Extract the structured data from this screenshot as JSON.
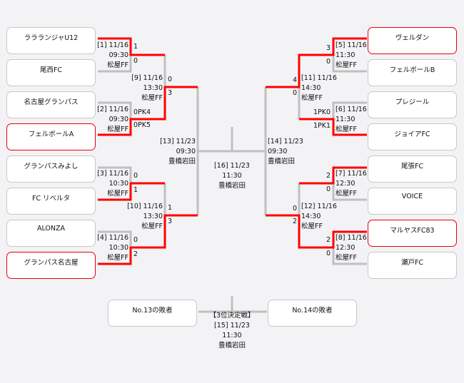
{
  "teams_left": [
    {
      "name": "ララランジャU12",
      "winner": false
    },
    {
      "name": "尾西FC",
      "winner": false
    },
    {
      "name": "名古屋グランパス",
      "winner": false
    },
    {
      "name": "フェルボールA",
      "winner": true
    },
    {
      "name": "グランパスみよし",
      "winner": false
    },
    {
      "name": "FC リベルタ",
      "winner": false
    },
    {
      "name": "ALONZA",
      "winner": false
    },
    {
      "name": "グランパス名古屋",
      "winner": true
    }
  ],
  "teams_right": [
    {
      "name": "ヴェルダン",
      "winner": true
    },
    {
      "name": "フェルボールB",
      "winner": false
    },
    {
      "name": "プレジール",
      "winner": false
    },
    {
      "name": "ジョイアFC",
      "winner": false
    },
    {
      "name": "尾張FC",
      "winner": false
    },
    {
      "name": "VOICE",
      "winner": false
    },
    {
      "name": "マルヤスFC83",
      "winner": true
    },
    {
      "name": "瀬戸FC",
      "winner": false
    }
  ],
  "third_place_teams": [
    "No.13の敗者",
    "No.14の敗者"
  ],
  "matches": {
    "m1": {
      "id": "[1] 11/16",
      "time": "09:30",
      "venue": "松屋FF",
      "s1": "1",
      "s2": "0"
    },
    "m2": {
      "id": "[2] 11/16",
      "time": "09:30",
      "venue": "松屋FF",
      "s1": "0PK4",
      "s2": "0PK5"
    },
    "m3": {
      "id": "[3] 11/16",
      "time": "10:30",
      "venue": "松屋FF",
      "s1": "0",
      "s2": "1"
    },
    "m4": {
      "id": "[4] 11/16",
      "time": "10:30",
      "venue": "松屋FF",
      "s1": "0",
      "s2": "2"
    },
    "m5": {
      "id": "[5] 11/16",
      "time": "11:30",
      "venue": "松屋FF",
      "s1": "3",
      "s2": "0"
    },
    "m6": {
      "id": "[6] 11/16",
      "time": "11:30",
      "venue": "松屋FF",
      "s1": "1PK0",
      "s2": "1PK1"
    },
    "m7": {
      "id": "[7] 11/16",
      "time": "12:30",
      "venue": "松屋FF",
      "s1": "2",
      "s2": "0"
    },
    "m8": {
      "id": "[8] 11/16",
      "time": "12:30",
      "venue": "松屋FF",
      "s1": "2",
      "s2": "0"
    },
    "m9": {
      "id": "[9] 11/16",
      "time": "13:30",
      "venue": "松屋FF",
      "s1": "0",
      "s2": "3"
    },
    "m10": {
      "id": "[10] 11/16",
      "time": "13:30",
      "venue": "松屋FF",
      "s1": "1",
      "s2": "3"
    },
    "m11": {
      "id": "[11] 11/16",
      "time": "14:30",
      "venue": "松屋FF",
      "s1": "4",
      "s2": "0"
    },
    "m12": {
      "id": "[12] 11/16",
      "time": "14:30",
      "venue": "松屋FF",
      "s1": "0",
      "s2": "2"
    },
    "m13": {
      "id": "[13] 11/23",
      "time": "09:30",
      "venue": "豊橋岩田"
    },
    "m14": {
      "id": "[14] 11/23",
      "time": "09:30",
      "venue": "豊橋岩田"
    },
    "m15": {
      "title": "【3位決定戦】",
      "id": "[15] 11/23",
      "time": "11:30",
      "venue": "豊橋岩田"
    },
    "m16": {
      "id": "[16] 11/23",
      "time": "11:30",
      "venue": "豊橋岩田"
    }
  },
  "colors": {
    "winner_line": "#ff0000",
    "line": "#c0c0c0",
    "winner_border": "#e8000f"
  }
}
